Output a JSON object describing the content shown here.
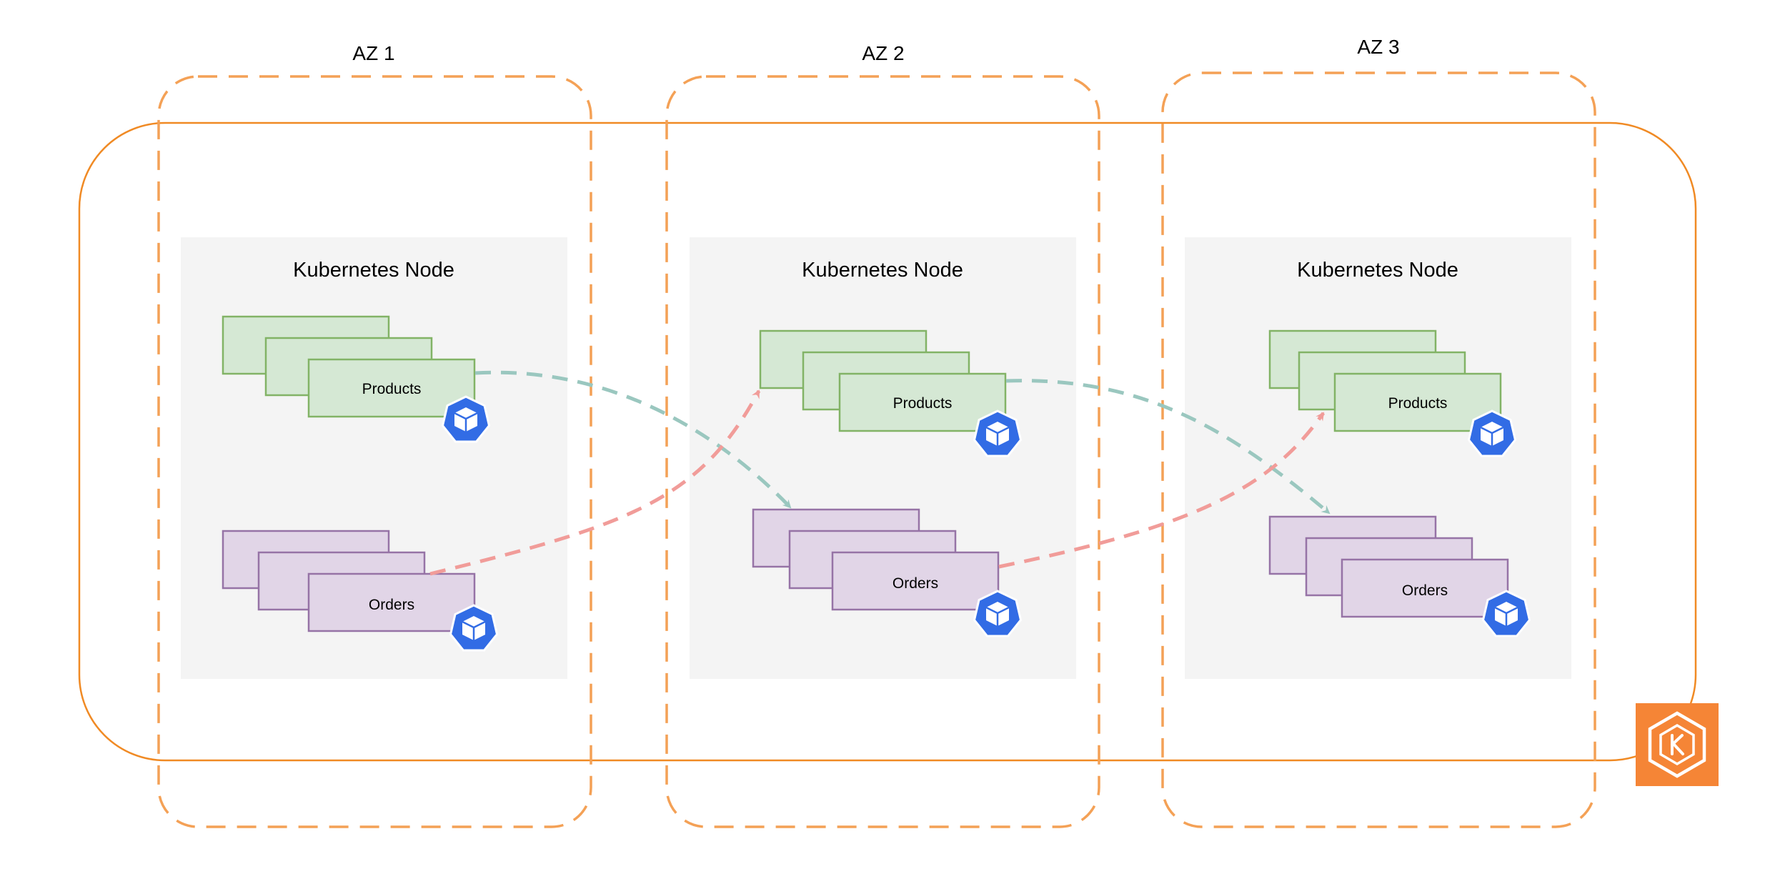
{
  "colors": {
    "background": "#ffffff",
    "region_border": "#f08a24",
    "az_border": "#f4a156",
    "node_fill": "#f4f4f4",
    "products_fill": "#d5e8d4",
    "products_border": "#82b366",
    "orders_fill": "#e1d5e7",
    "orders_border": "#9673a6",
    "arrow_products_to_orders": "#9ac7bf",
    "arrow_orders_to_products": "#f19c99",
    "k8s_icon": "#326ce5",
    "eks_icon": "#f58536"
  },
  "availability_zones": [
    {
      "label": "AZ 1"
    },
    {
      "label": "AZ 2"
    },
    {
      "label": "AZ 3"
    }
  ],
  "nodes": [
    {
      "title": "Kubernetes Node",
      "products_label": "Products",
      "orders_label": "Orders"
    },
    {
      "title": "Kubernetes Node",
      "products_label": "Products",
      "orders_label": "Orders"
    },
    {
      "title": "Kubernetes Node",
      "products_label": "Products",
      "orders_label": "Orders"
    }
  ],
  "icons": {
    "pod": "kubernetes-pod-icon",
    "cluster": "amazon-eks-icon"
  }
}
